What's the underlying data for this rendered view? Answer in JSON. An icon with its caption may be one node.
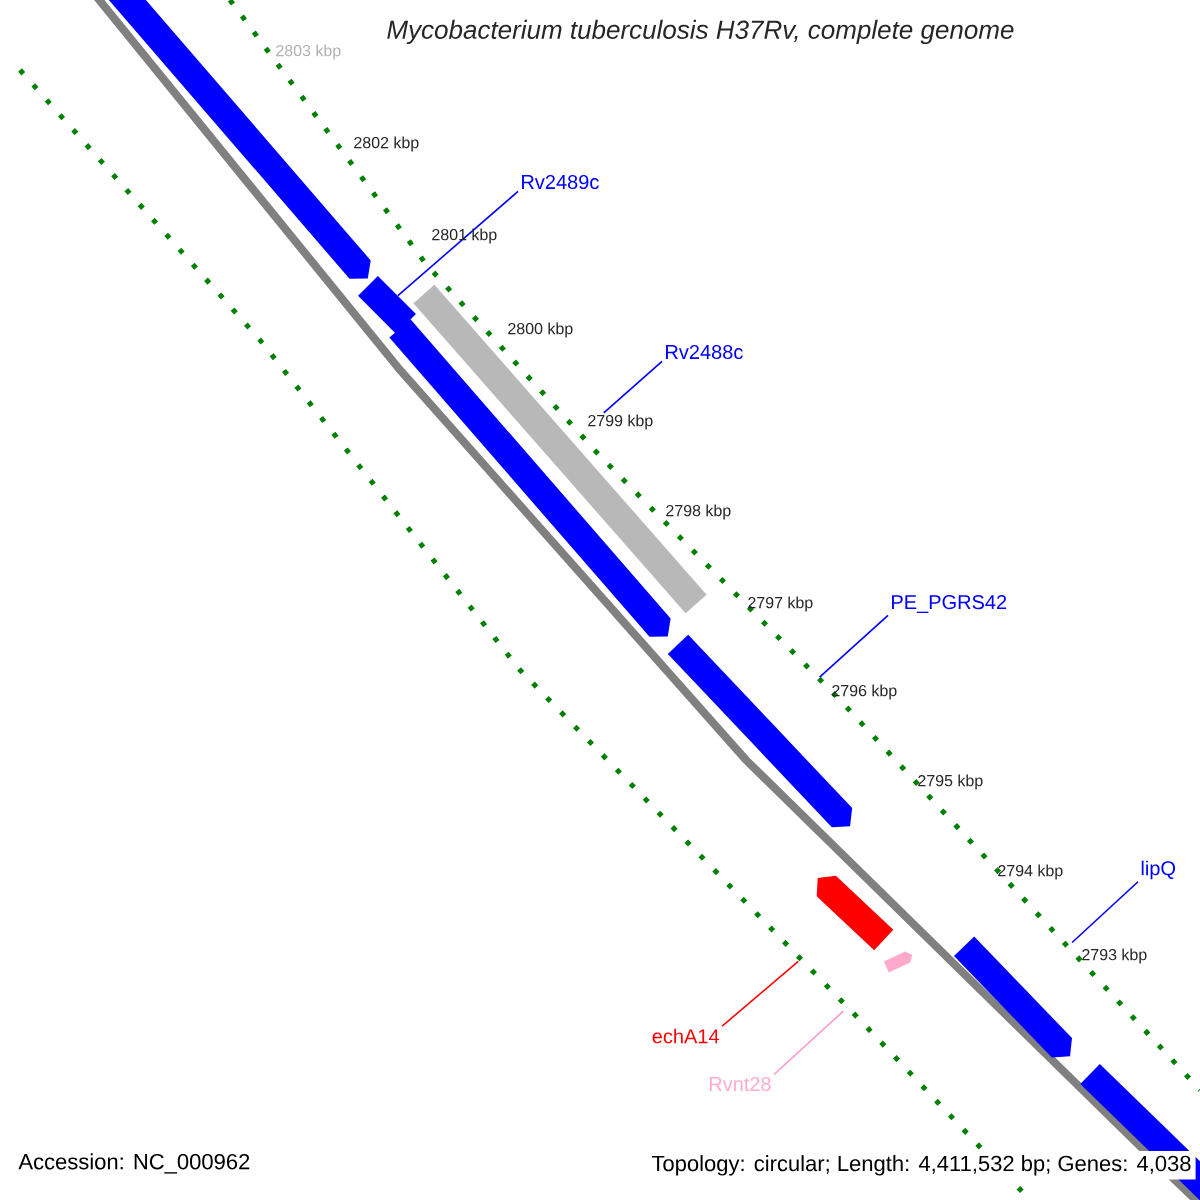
{
  "diagram": {
    "title": "*Mycobacterium tuberculosis* H37Rv, complete genome",
    "nodes": [
      {
        "text": [],
        "shape": "arrow"
      },
      {
        "text": [],
        "shape": "box"
      },
      {
        "text": [],
        "shape": "box"
      },
      {
        "text": [],
        "shape": "arrow"
      },
      {
        "text": [],
        "shape": "arrow"
      },
      {
        "text": [],
        "shape": "arrow"
      },
      {
        "text": [],
        "shape": "arrow"
      },
      {
        "text": [],
        "shape": "arrow"
      },
      {
        "text": [],
        "shape": "box"
      },
      {
        "text": [
          "Rv2489c"
        ]
      },
      {
        "text": [
          "Rv2488c"
        ]
      },
      {
        "text": [
          "PE_PGRS42"
        ]
      },
      {
        "text": [
          "lipQ"
        ]
      },
      {
        "text": [
          "echA14"
        ]
      },
      {
        "text": [
          "Rvnt28"
        ]
      }
    ],
    "edges": [
      {
        "from": 9,
        "to": 1,
        "arrow": "none"
      },
      {
        "from": 10,
        "to": 3,
        "arrow": "none"
      },
      {
        "from": 11,
        "to": 4,
        "arrow": "none"
      },
      {
        "from": 12,
        "to": 7,
        "arrow": "none"
      },
      {
        "from": 13,
        "to": 5,
        "arrow": "none",
        "color": "#ff0000"
      },
      {
        "from": 14,
        "to": 6,
        "arrow": "none",
        "color": "#ff99cc"
      }
    ],
    "labels": [
      "2803 kbp",
      "2802 kbp",
      "2801 kbp",
      "2800 kbp",
      "2799 kbp",
      "2798 kbp",
      "2797 kbp",
      "2796 kbp",
      "2795 kbp",
      "2794 kbp",
      "2793 kbp",
      "Accession: NC_000962",
      "Topology: circular; Length: 4,411,532 bp; Genes: 4,038"
    ]
  }
}
